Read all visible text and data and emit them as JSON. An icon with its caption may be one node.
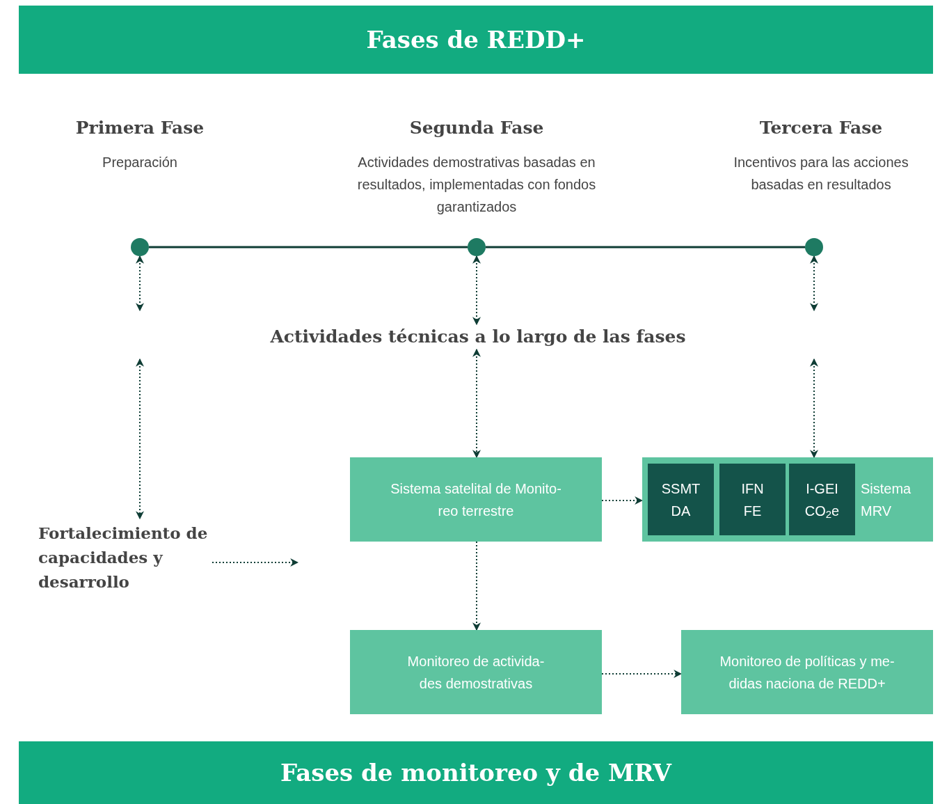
{
  "diagram": {
    "title": "Fases de REDD+",
    "caption": "Fases de monitoreo y de MRV",
    "nodes": [
      {
        "text": [],
        "shape": "circle",
        "beside": [
          "Primera Fase",
          "Preparación"
        ]
      },
      {
        "text": [],
        "shape": "circle",
        "beside": [
          "Segunda Fase",
          "Actividades demostrativas basadas en resultados, implementadas con fondos garantizados"
        ]
      },
      {
        "text": [],
        "shape": "circle",
        "beside": [
          "Tercera Fase",
          "Incentivos para las acciones basadas en resultados"
        ]
      },
      {
        "text": [
          "Actividades técnicas a lo largo de las fases"
        ]
      },
      {
        "text": [
          "Fortalecimiento de capacidades y desarrollo"
        ]
      },
      {
        "text": [
          "Sistema satelital de Monito- reo terrestre"
        ]
      },
      {
        "text": [
          "Sistema MRV"
        ]
      },
      {
        "text": [
          "SSMT DA"
        ],
        "in": 6
      },
      {
        "text": [
          "IFN FE"
        ],
        "in": 6
      },
      {
        "text": [
          "I-GEI CO$_{2}$e"
        ],
        "in": 6
      },
      {
        "text": [
          "Monitoreo de activida- des demostrativas"
        ]
      },
      {
        "text": [
          "Monitoreo de políticas y me- didas naciona de REDD+"
        ]
      }
    ],
    "edges": [
      {
        "from": 0,
        "to": 1,
        "arrow": "none"
      },
      {
        "from": 1,
        "to": 2,
        "arrow": "none"
      },
      {
        "from": 0,
        "to": null,
        "arrow": "both",
        "style": "dashed"
      },
      {
        "from": 1,
        "to": 3,
        "arrow": "both",
        "style": "dashed"
      },
      {
        "from": 2,
        "to": null,
        "arrow": "both",
        "style": "dashed"
      },
      {
        "from": null,
        "to": 4,
        "arrow": "both",
        "style": "dashed"
      },
      {
        "from": 3,
        "to": 5,
        "arrow": "both",
        "style": "dashed"
      },
      {
        "from": null,
        "to": 6,
        "arrow": "both",
        "style": "dashed"
      },
      {
        "from": 4,
        "to": null,
        "arrow": "to",
        "style": "dashed"
      },
      {
        "from": 5,
        "to": 6,
        "arrow": "to",
        "style": "dashed"
      },
      {
        "from": 5,
        "to": 10,
        "arrow": "to",
        "style": "dashed"
      },
      {
        "from": 10,
        "to": 11,
        "arrow": "to",
        "style": "dashed"
      }
    ]
  }
}
